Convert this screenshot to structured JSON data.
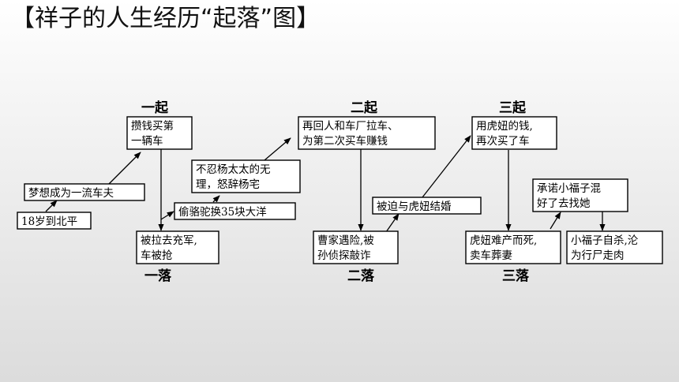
{
  "title": "【祥子的人生经历“起落”图】",
  "stages": {
    "rise1": "一起",
    "fall1": "一落",
    "rise2": "二起",
    "fall2": "二落",
    "rise3": "三起",
    "fall3": "三落"
  },
  "events": {
    "arrive": [
      "18岁到北平"
    ],
    "dream": [
      "梦想成为一流车夫"
    ],
    "buy1": [
      "攒钱买第",
      "一辆车"
    ],
    "drafted": [
      "被拉去充军,",
      "车被抢"
    ],
    "camels": [
      "偷骆驼换35块大洋"
    ],
    "resign": [
      "不忍杨太太的无",
      "理，怒辞杨宅"
    ],
    "return": [
      "再回人和车厂拉车、",
      "为第二次买车赚钱"
    ],
    "cao": [
      "曹家遇险,被",
      "孙侦探敲诈"
    ],
    "marry": [
      "被迫与虎妞结婚"
    ],
    "buy3": [
      "用虎妞的钱,",
      "再次买了车"
    ],
    "death": [
      "虎妞难产而死,",
      "卖车葬妻"
    ],
    "promise": [
      "承诺小福子混",
      "好了去找她"
    ],
    "fuzi": [
      "小福子自杀,沦",
      "为行尸走肉"
    ]
  }
}
